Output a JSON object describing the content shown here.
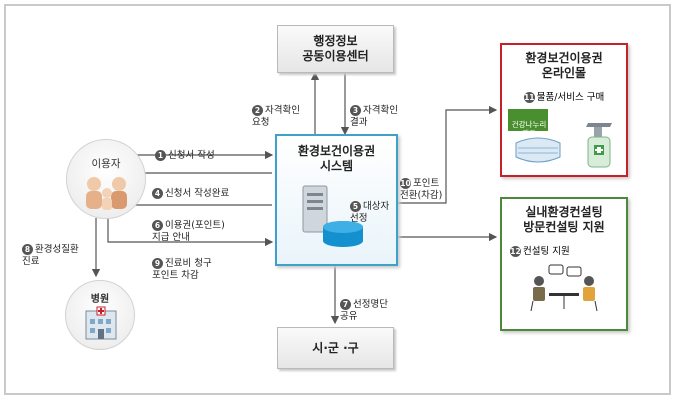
{
  "nodes": {
    "admin": "행정정보\n공동이용센터",
    "system": "환경보건이용권\n시스템",
    "mall": "환경보건이용권\n온라인몰",
    "consult": "실내환경컨설팅\n방문컨설팅 지원",
    "local": "시·군 ·구",
    "user": "이용자",
    "hospital": "병원"
  },
  "mall_product_label": "건강나누리\n캠프",
  "steps": [
    {
      "num": "1",
      "text": "신청서 작성"
    },
    {
      "num": "2",
      "text": "자격확인\n요청"
    },
    {
      "num": "3",
      "text": "자격확인\n결과"
    },
    {
      "num": "4",
      "text": "신청서 작성완료"
    },
    {
      "num": "5",
      "text": "대상자\n선정"
    },
    {
      "num": "6",
      "text": "이용권(포인트)\n지급 안내"
    },
    {
      "num": "7",
      "text": "선정명단\n공유"
    },
    {
      "num": "8",
      "text": "환경성질환\n진료"
    },
    {
      "num": "9",
      "text": "진료비 청구\n포인트 차감"
    },
    {
      "num": "10",
      "text": "포인트\n전환(차감)"
    },
    {
      "num": "11",
      "text": "물품/서비스 구매"
    },
    {
      "num": "12",
      "text": "컨설팅 지원"
    }
  ],
  "colors": {
    "mall_border": "#c8202a",
    "consult_border": "#4b8a3a",
    "system_border": "#3fa1c9",
    "arrow": "#555555"
  }
}
